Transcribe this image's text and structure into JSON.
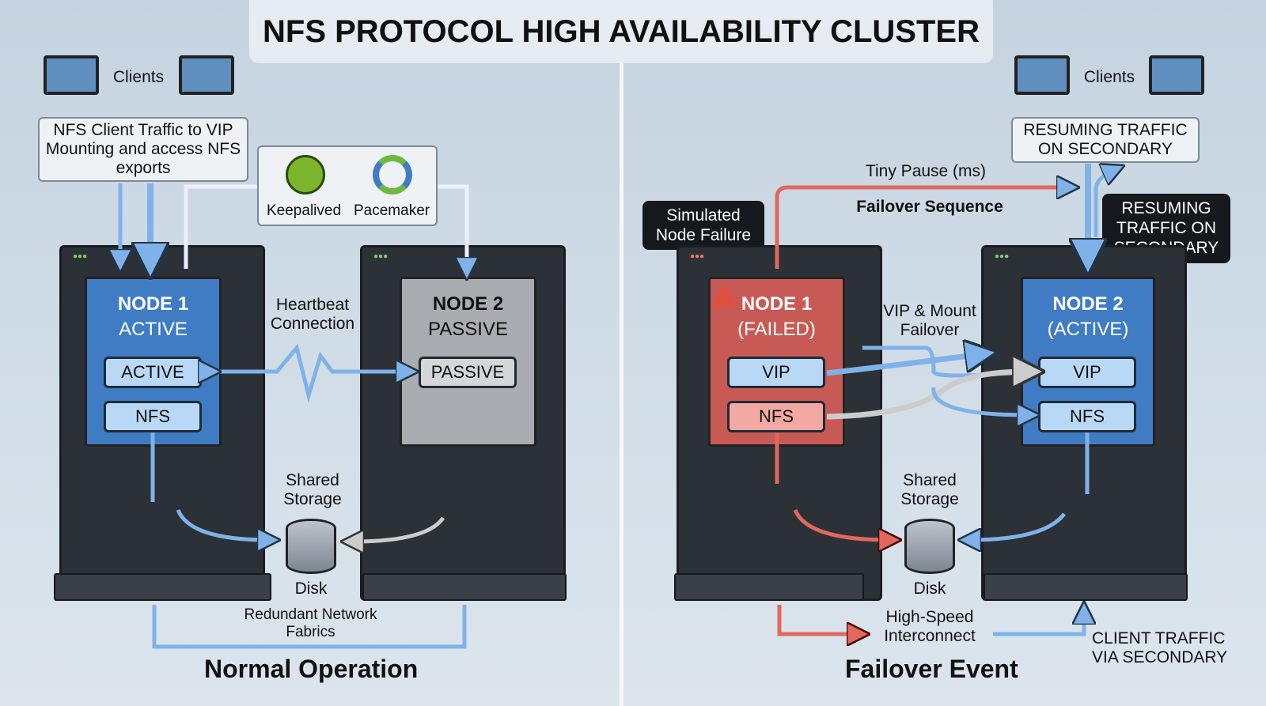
{
  "title": "NFS PROTOCOL HIGH AVAILABILITY CLUSTER",
  "left": {
    "caption": "Normal Operation",
    "clients_label": "Clients",
    "client_traffic": "NFS Client Traffic to VIP Mounting and access NFS exports",
    "tools": [
      "Keepalived",
      "Pacemaker"
    ],
    "node1": {
      "name": "NODE 1",
      "state": "ACTIVE",
      "buttons": [
        "ACTIVE",
        "NFS"
      ]
    },
    "node2": {
      "name": "NODE 2",
      "state": "PASSIVE",
      "buttons": [
        "PASSIVE"
      ]
    },
    "heartbeat": "Heartbeat Connection",
    "shared_storage": "Shared Storage",
    "disk": "Disk",
    "fabric": "Redundant Network Fabrics"
  },
  "right": {
    "caption": "Failover Event",
    "clients_label": "Clients",
    "resuming_box": "RESUMING TRAFFIC ON SECONDARY",
    "resuming_dark": "RESUMING TRAFFIC ON SECONDARY",
    "tiny_pause": "Tiny Pause (ms)",
    "failover_sequence": "Failover Sequence",
    "simulated_failure": "Simulated Node Failure",
    "node1": {
      "name": "NODE 1",
      "state": "(FAILED)",
      "buttons": [
        "VIP",
        "NFS"
      ]
    },
    "node2": {
      "name": "NODE 2",
      "state": "(ACTIVE)",
      "buttons": [
        "VIP",
        "NFS"
      ]
    },
    "vip_failover": "VIP & Mount Failover",
    "shared_storage": "Shared Storage",
    "disk": "Disk",
    "interconnect": "High-Speed Interconnect",
    "client_traffic": "CLIENT TRAFFIC VIA SECONDARY"
  },
  "colors": {
    "active": "#3f7cc4",
    "passive": "#a9acb0",
    "failed": "#c85a55",
    "arrow_blue": "#7fb2e8",
    "arrow_red": "#e0685c"
  }
}
